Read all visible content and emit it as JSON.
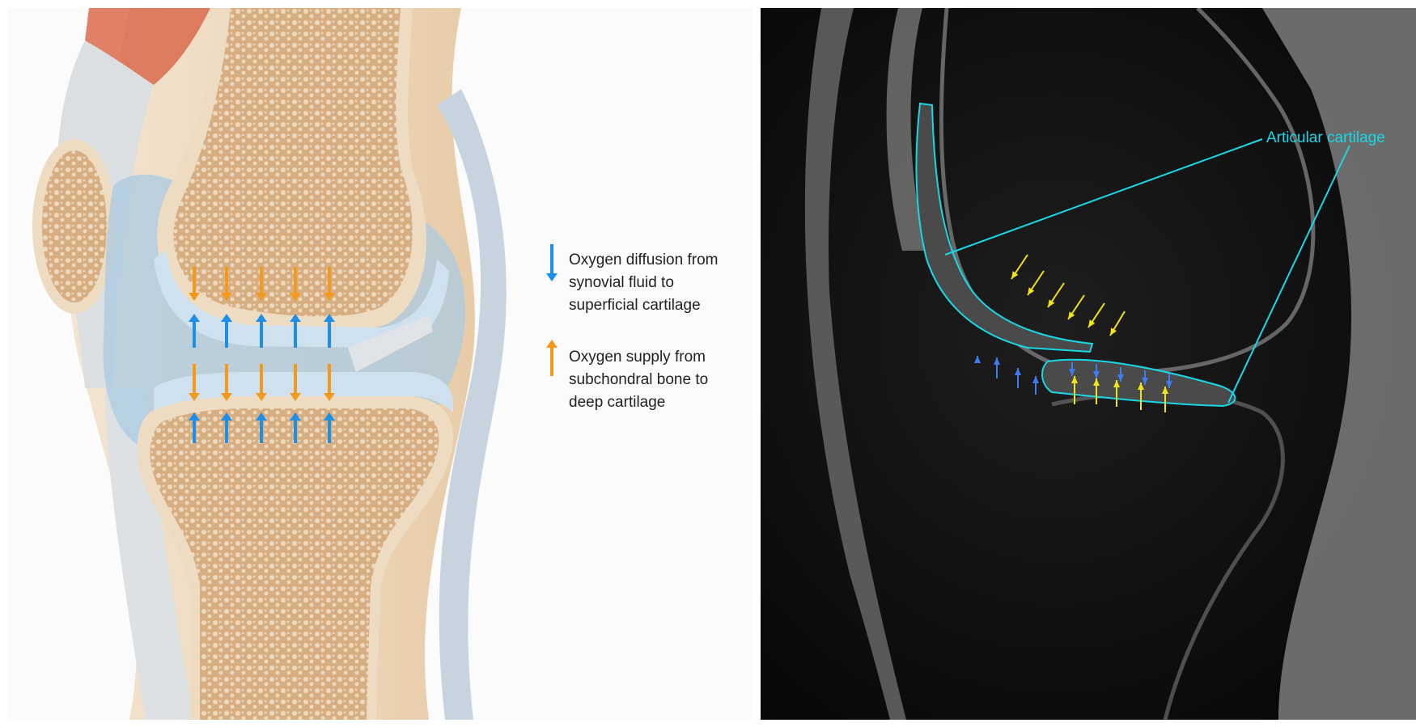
{
  "legend": {
    "blue": {
      "text": "Oxygen diffusion from\nsynovial fluid to\nsuperficial cartilage",
      "color": "#1e8fe8"
    },
    "orange": {
      "text": "Oxygen supply from\nsubchondral bone to\ndeep cartilage",
      "color": "#f39a1e"
    }
  },
  "mri": {
    "label": "Articular cartilage",
    "label_color": "#19d8e6",
    "arrow_color": "#f2e21b"
  },
  "colors": {
    "bone": "#d9b48c",
    "bone_cortex": "#eedcc2",
    "cartilage": "#cfe1ee",
    "synovial": "#a9c9e2",
    "muscle": "#d96a4c",
    "ligament": "#dcdfe2"
  }
}
